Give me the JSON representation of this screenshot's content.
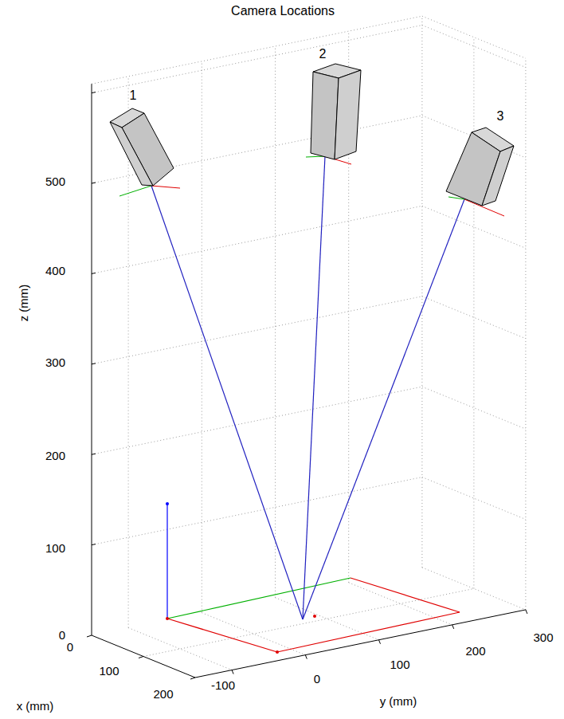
{
  "diagram": {
    "title": "Camera Locations",
    "nodes": [
      {
        "text": [
          "1"
        ]
      },
      {
        "text": [
          "2"
        ]
      },
      {
        "text": [
          "3"
        ]
      }
    ],
    "labels": [
      "500",
      "400",
      "300",
      "200",
      "100",
      "0",
      "z (mm)",
      "0",
      "100",
      "200",
      "x (mm)",
      "-100",
      "0",
      "100",
      "200",
      "300",
      "y (mm)"
    ]
  }
}
